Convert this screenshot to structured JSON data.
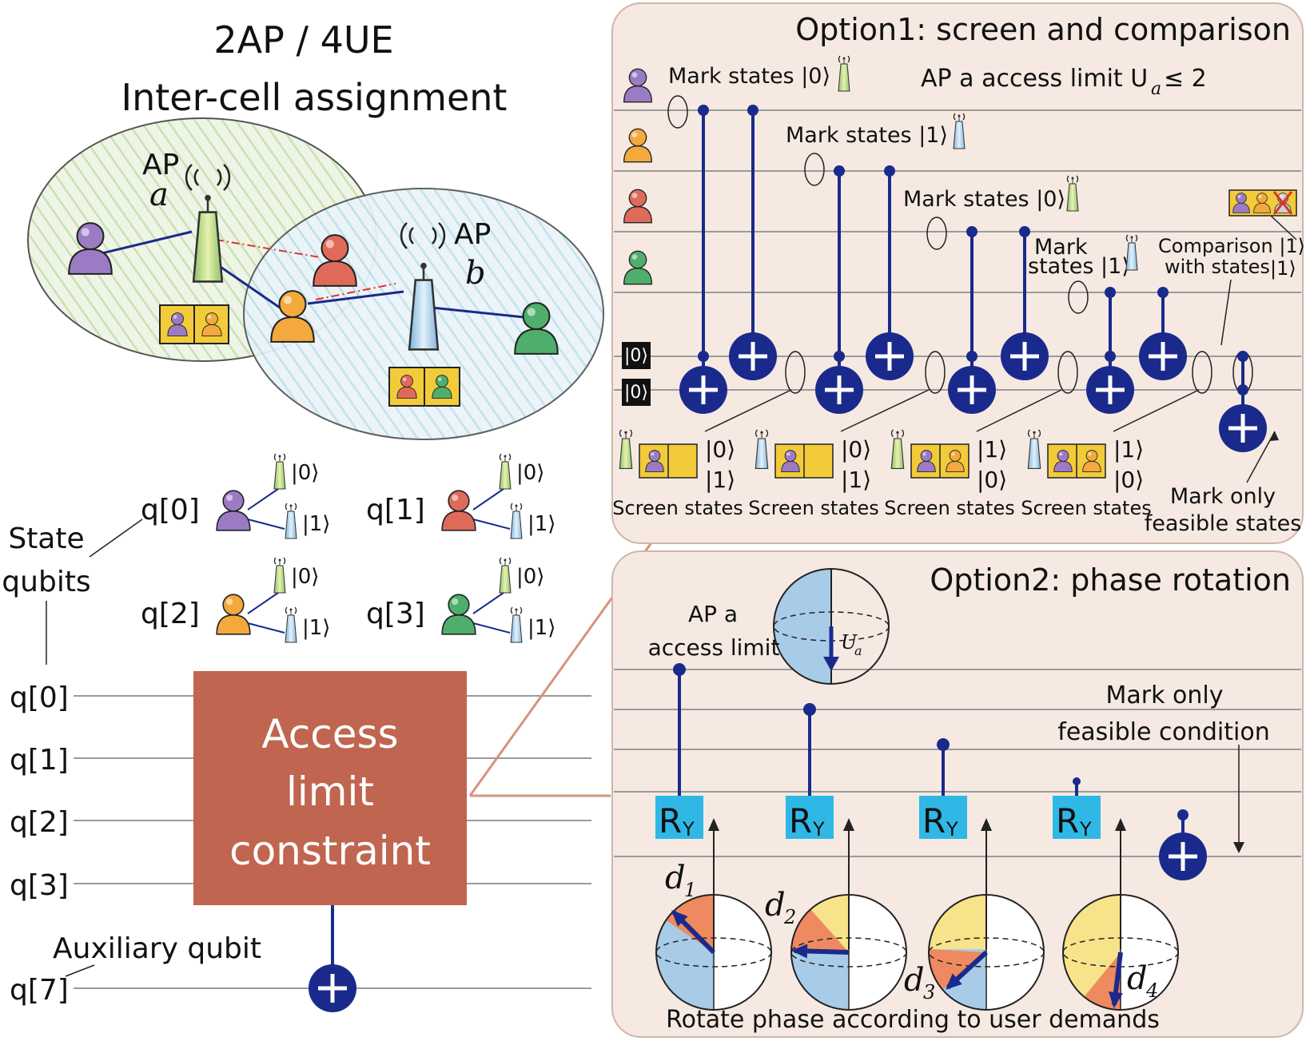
{
  "title": {
    "line1": "2AP / 4UE",
    "line2": "Inter-cell assignment"
  },
  "ap_labels": {
    "ap": "AP",
    "a": "a",
    "b": "b"
  },
  "state_qubits_label": {
    "line1": "State",
    "line2": "qubits"
  },
  "qubit_map": [
    {
      "label": "q[0]",
      "user_color": "#9b7bc4",
      "s0": "|0⟩",
      "s1": "|1⟩"
    },
    {
      "label": "q[1]",
      "user_color": "#e06a5a",
      "s0": "|0⟩",
      "s1": "|1⟩"
    },
    {
      "label": "q[2]",
      "user_color": "#f3a93d",
      "s0": "|0⟩",
      "s1": "|1⟩"
    },
    {
      "label": "q[3]",
      "user_color": "#4fae6b",
      "s0": "|0⟩",
      "s1": "|1⟩"
    }
  ],
  "circuit": {
    "wires": [
      "q[0]",
      "q[1]",
      "q[2]",
      "q[3]",
      "q[7]"
    ],
    "block": {
      "line1": "Access",
      "line2": "limit",
      "line3": "constraint",
      "color": "#c0654f"
    },
    "aux_label": "Auxiliary qubit"
  },
  "option1": {
    "title": "Option1: screen and comparison",
    "mark_labels": [
      "Mark states |0⟩",
      "Mark states |1⟩",
      "Mark states |0⟩",
      "Mark",
      "states |1⟩"
    ],
    "access_limit": "AP a access limit U",
    "access_limit_sub": "a",
    "access_limit_tail": " ≤ 2",
    "ket0": "|0⟩",
    "screen": [
      {
        "label": "Screen states",
        "k1": "|0⟩",
        "k2": "|1⟩"
      },
      {
        "label": "Screen states",
        "k1": "|0⟩",
        "k2": "|1⟩"
      },
      {
        "label": "Screen states",
        "k1": "|1⟩",
        "k2": "|0⟩"
      },
      {
        "label": "Screen states",
        "k1": "|1⟩",
        "k2": "|0⟩"
      }
    ],
    "comparison": {
      "line1": "Comparison |1⟩",
      "line2": "with states",
      "line3": "|1⟩"
    },
    "mark_only": {
      "line1": "Mark only",
      "line2": "feasible states"
    }
  },
  "option2": {
    "title": "Option2: phase rotation",
    "ap_label": {
      "line1": "AP a",
      "line2": "access limit"
    },
    "ua": "U",
    "ua_sub": "a",
    "gate_label": "R",
    "gate_sub": "Y",
    "mark_only": {
      "line1": "Mark only",
      "line2": "feasible condition"
    },
    "d_labels": [
      "d",
      "d",
      "d",
      "d"
    ],
    "d_subs": [
      "1",
      "2",
      "3",
      "4"
    ],
    "caption": "Rotate phase according to user demands"
  },
  "colors": {
    "panel_bg": "#f5e9e2",
    "navy": "#1a2a8c",
    "rust": "#c0654f",
    "cyan_gate": "#2fb8e6",
    "ap_green": "#b9d98a",
    "ap_blue": "#a9d0ea",
    "orange_wedge": "#ef8a60",
    "yellow_wedge": "#f7e38a",
    "blue_sphere": "#a8cbe8"
  }
}
